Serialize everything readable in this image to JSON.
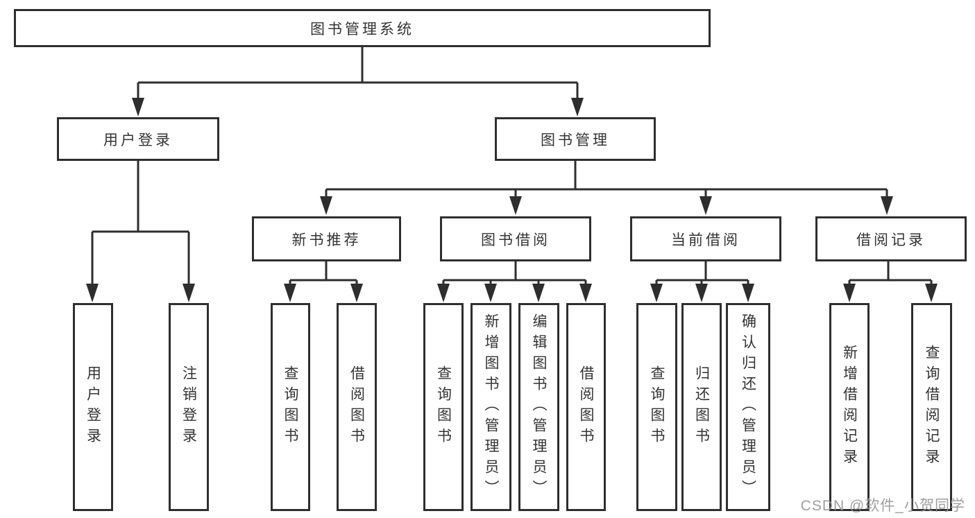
{
  "diagram": {
    "type": "hierarchy-diagram",
    "title": "图书管理系统",
    "nodes": {
      "root": {
        "label": "图书管理系统",
        "children": [
          "userLogin",
          "bookManagement"
        ]
      },
      "userLogin": {
        "label": "用户登录",
        "children": [
          "leafUserLogin",
          "leafLogoutLogin"
        ]
      },
      "bookManagement": {
        "label": "图书管理",
        "children": [
          "newBookRecommend",
          "bookBorrow",
          "currentBorrow",
          "borrowRecord"
        ]
      },
      "newBookRecommend": {
        "label": "新书推荐",
        "children": [
          "leafQueryBookA",
          "leafBorrowBookA"
        ]
      },
      "bookBorrow": {
        "label": "图书借阅",
        "children": [
          "leafQueryBookB",
          "leafAddBook",
          "leafEditBook",
          "leafBorrowBookB"
        ]
      },
      "currentBorrow": {
        "label": "当前借阅",
        "children": [
          "leafQueryBookC",
          "leafReturnBook",
          "leafConfirmReturn"
        ]
      },
      "borrowRecord": {
        "label": "借阅记录",
        "children": [
          "leafAddBorrowRecord",
          "leafQueryBorrowRecord"
        ]
      },
      "leafUserLogin": {
        "label": "用户登录"
      },
      "leafLogoutLogin": {
        "label": "注销登录"
      },
      "leafQueryBookA": {
        "label": "查询图书"
      },
      "leafBorrowBookA": {
        "label": "借阅图书"
      },
      "leafQueryBookB": {
        "label": "查询图书"
      },
      "leafAddBook": {
        "label": "新增图书（管理员）"
      },
      "leafEditBook": {
        "label": "编辑图书（管理员）"
      },
      "leafBorrowBookB": {
        "label": "借阅图书"
      },
      "leafQueryBookC": {
        "label": "查询图书"
      },
      "leafReturnBook": {
        "label": "归还图书"
      },
      "leafConfirmReturn": {
        "label": "确认归还（管理员）"
      },
      "leafAddBorrowRecord": {
        "label": "新增借阅记录"
      },
      "leafQueryBorrowRecord": {
        "label": "查询借阅记录"
      }
    }
  },
  "watermark": {
    "text": "CSDN @软件_小贺同学"
  },
  "colors": {
    "line": "#2e2e2e",
    "box_border": "#2e2e2e",
    "box_fill": "#ffffff",
    "text": "#333333",
    "watermark": "#949494",
    "background": "#ffffff"
  }
}
